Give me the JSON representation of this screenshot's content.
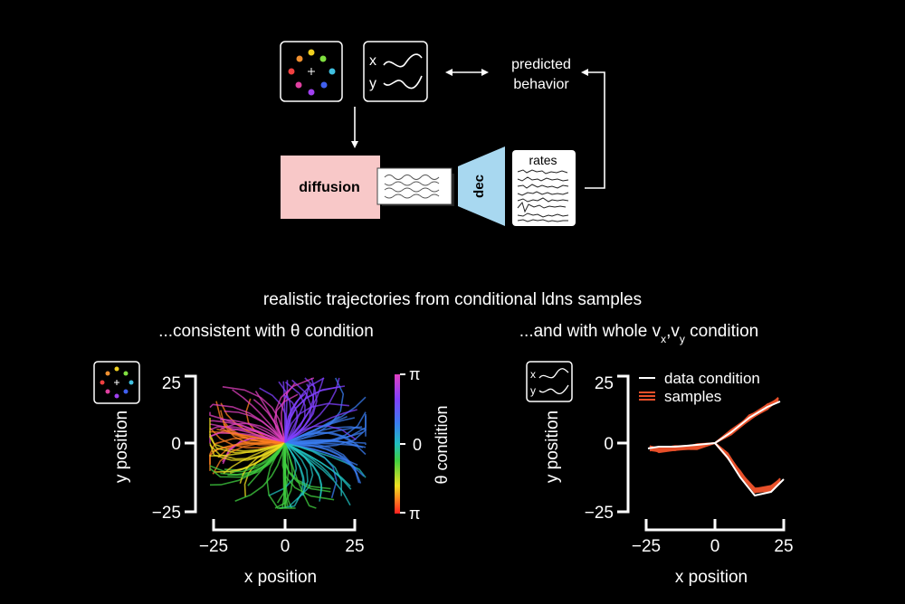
{
  "diagram": {
    "xy_icon_x": "x",
    "xy_icon_y": "y",
    "predicted_line1": "predicted",
    "predicted_line2": "behavior",
    "diffusion_label": "diffusion",
    "dec_label": "dec",
    "rates_label": "rates"
  },
  "section_title": "realistic trajectories from conditional ldns samples",
  "left_panel": {
    "subtitle": "...consistent with θ condition",
    "xlabel": "x position",
    "ylabel": "y position",
    "xticks": [
      "−25",
      "0",
      "25"
    ],
    "yticks": [
      "25",
      "0",
      "−25"
    ],
    "colorbar_label": "θ condition",
    "colorbar_ticks": [
      "π",
      "0",
      "π"
    ]
  },
  "right_panel": {
    "subtitle_pre": "...and with whole v",
    "subtitle_sub1": "x",
    "subtitle_mid": ",v",
    "subtitle_sub2": "y",
    "subtitle_post": " condition",
    "xlabel": "x position",
    "ylabel": "y position",
    "xticks": [
      "−25",
      "0",
      "25"
    ],
    "yticks": [
      "25",
      "0",
      "−25"
    ],
    "legend": [
      {
        "label": "data condition",
        "color": "#ffffff"
      },
      {
        "label": "samples",
        "color": "#e8502a"
      }
    ],
    "icon_x": "x",
    "icon_y": "y"
  },
  "colors": {
    "diffusion_box": "#f8c8c8",
    "dec_box": "#a8d8f0",
    "samples": "#e8502a",
    "background": "#000000"
  }
}
